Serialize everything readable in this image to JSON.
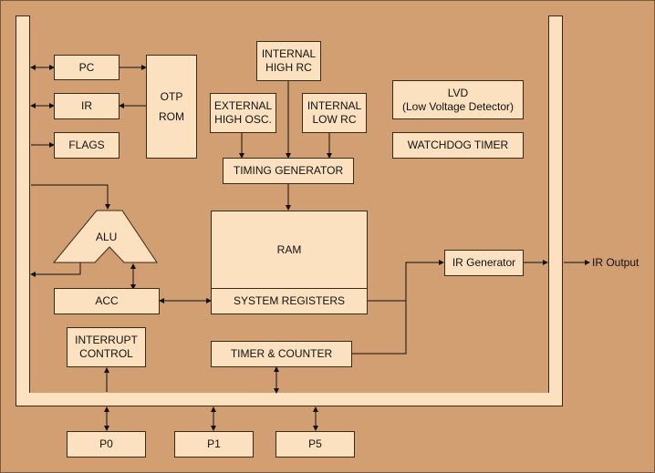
{
  "diagram": {
    "blocks": {
      "pc": "PC",
      "ir": "IR",
      "flags": "FLAGS",
      "otp_rom_line1": "OTP",
      "otp_rom_line2": "ROM",
      "internal_high_rc_line1": "INTERNAL",
      "internal_high_rc_line2": "HIGH RC",
      "external_high_osc_line1": "EXTERNAL",
      "external_high_osc_line2": "HIGH OSC.",
      "internal_low_rc_line1": "INTERNAL",
      "internal_low_rc_line2": "LOW RC",
      "lvd_line1": "LVD",
      "lvd_line2": "(Low Voltage Detector)",
      "watchdog_timer": "WATCHDOG TIMER",
      "timing_generator": "TIMING GENERATOR",
      "alu": "ALU",
      "ram": "RAM",
      "acc": "ACC",
      "system_registers": "SYSTEM REGISTERS",
      "ir_generator": "IR Generator",
      "interrupt_control_line1": "INTERRUPT",
      "interrupt_control_line2": "CONTROL",
      "timer_counter": "TIMER & COUNTER",
      "p0": "P0",
      "p1": "P1",
      "p5": "P5"
    },
    "ir_output_label": "IR Output",
    "colors": {
      "background": "#D19F72",
      "block_fill": "#FCE1C0",
      "stroke": "#3a2a1a"
    }
  }
}
